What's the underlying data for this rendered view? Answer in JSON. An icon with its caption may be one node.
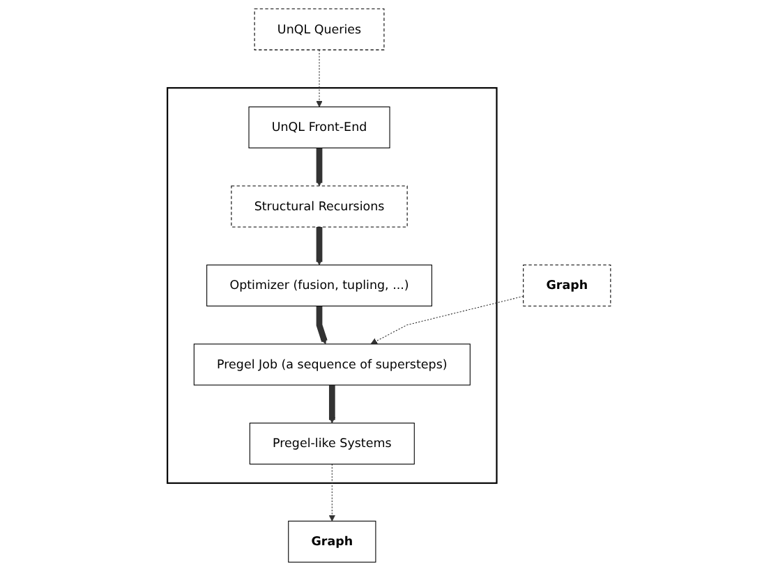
{
  "diagram": {
    "nodes": [
      {
        "text": [
          "UnQL Queries"
        ]
      },
      {
        "text": [],
        "shape": "box"
      },
      {
        "text": [
          "UnQL Front-End"
        ],
        "in": 1
      },
      {
        "text": [
          "Structural Recursions"
        ],
        "in": 1
      },
      {
        "text": [
          "Optimizer (fusion, tupling, ...)"
        ],
        "in": 1
      },
      {
        "text": [
          "Pregel Job (a sequence of supersteps)"
        ],
        "in": 1
      },
      {
        "text": [
          "Pregel-like Systems"
        ],
        "in": 1
      },
      {
        "text": [
          "Graph"
        ]
      },
      {
        "text": [
          "Graph"
        ]
      }
    ],
    "edges": [
      {
        "from": 0,
        "to": 2,
        "arrow": "to",
        "style": "dashed"
      },
      {
        "from": 2,
        "to": 3,
        "arrow": "to"
      },
      {
        "from": 3,
        "to": 4,
        "arrow": "to"
      },
      {
        "from": 4,
        "to": 5,
        "arrow": "to"
      },
      {
        "from": 5,
        "to": 6,
        "arrow": "to"
      },
      {
        "from": 7,
        "to": 5,
        "arrow": "to",
        "style": "dashed"
      },
      {
        "from": 6,
        "to": 8,
        "arrow": "to",
        "style": "dashed"
      }
    ]
  }
}
